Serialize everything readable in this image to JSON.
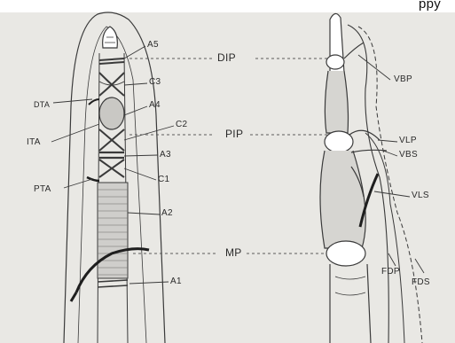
{
  "colors": {
    "paper": "#e9e8e4",
    "pencil": "#3a3a3a",
    "shading": "#b9b8b4",
    "band_dark": "#1e1e1e"
  },
  "cropped_header_text": "ppy",
  "left_figure": {
    "pulley_labels": [
      "A5",
      "C3",
      "A4",
      "C2",
      "A3",
      "C1",
      "A2",
      "A1"
    ],
    "artery_labels": [
      "DTA",
      "ITA",
      "PTA"
    ]
  },
  "joint_labels": [
    "DIP",
    "PIP",
    "MP"
  ],
  "right_figure": {
    "vincula_labels": [
      "VBP",
      "VLP",
      "VBS",
      "VLS"
    ],
    "tendon_labels": [
      "FDP",
      "FDS"
    ]
  }
}
